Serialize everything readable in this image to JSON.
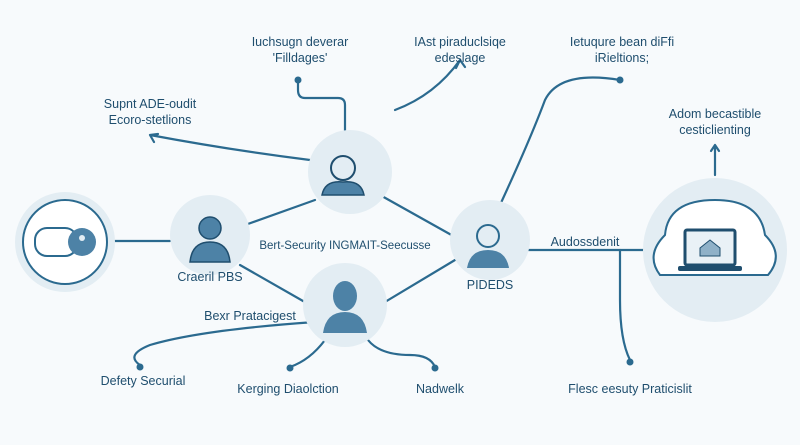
{
  "title_labels": [
    {
      "line1": "Iuchsugn deverar",
      "line2": "'Filldages'"
    },
    {
      "line1": "IAst piraduclsiqe",
      "line2": "edeslage"
    },
    {
      "line1": "Ietuqure bean diFfi",
      "line2": "iRieltions;"
    },
    {
      "line1": "Supnt ADE-oudit",
      "line2": "Ecoro-stetlions"
    },
    {
      "line1": "Adom becastible",
      "line2": "cesticlienting"
    }
  ],
  "nodes": {
    "left_person": "Craeril PBS",
    "right_person": "PIDEDS",
    "bottom_person": "Bexr Pratacigest",
    "center_link": "Bert-Security INGMAIT-Seecusse",
    "right_link": "Audossdenit"
  },
  "bottom_labels": [
    "Defety Securial",
    "Kerging Diaolction",
    "Nadwelk",
    "Flesc eesuty Praticislit"
  ],
  "colors": {
    "line": "#2b6a8f",
    "circle": "#e3edf3",
    "figure": "#4d82a6",
    "text": "#1f4e6e"
  }
}
